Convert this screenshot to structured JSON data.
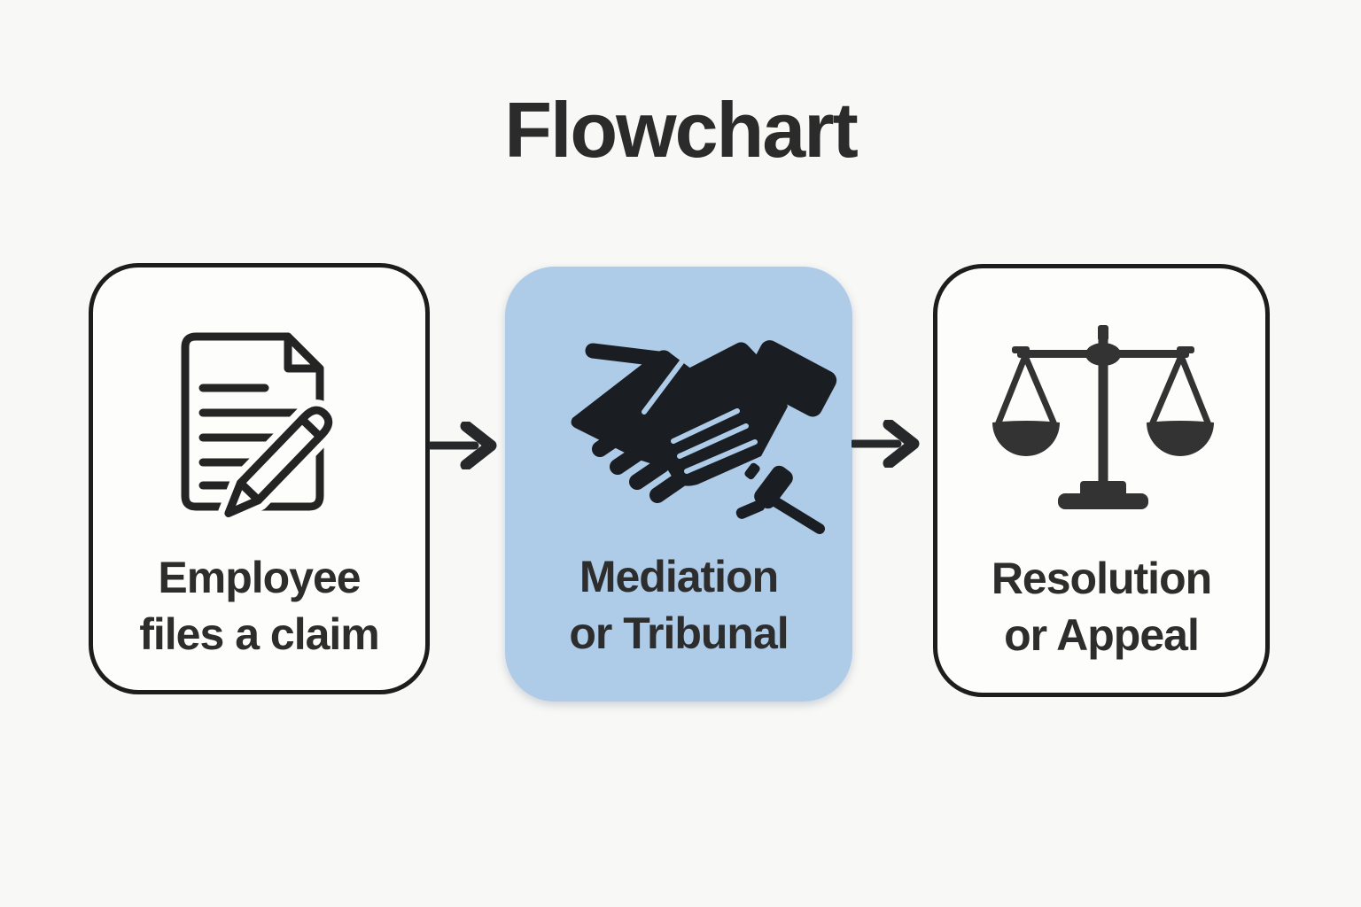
{
  "title": "Flowchart",
  "colors": {
    "background": "#f8f8f6",
    "node_fill": "#fdfdfc",
    "node_border": "#1d1d1d",
    "highlight_fill": "#aecbe8",
    "label_text": "#2d2d2d",
    "title_text": "#2b2b2b",
    "icon": "#222427",
    "arrow": "#26282a"
  },
  "nodes": [
    {
      "id": "claim",
      "label_line1": "Employee",
      "label_line2": "files a claim",
      "icon": "document-pencil-icon",
      "highlighted": false
    },
    {
      "id": "mediation",
      "label_line1": "Mediation",
      "label_line2": "or Tribunal",
      "icon": "handshake-gavel-icon",
      "highlighted": true
    },
    {
      "id": "resolution",
      "label_line1": "Resolution",
      "label_line2": "or Appeal",
      "icon": "scales-icon",
      "highlighted": false
    }
  ],
  "connections": [
    {
      "from": "claim",
      "to": "mediation"
    },
    {
      "from": "mediation",
      "to": "resolution"
    }
  ]
}
